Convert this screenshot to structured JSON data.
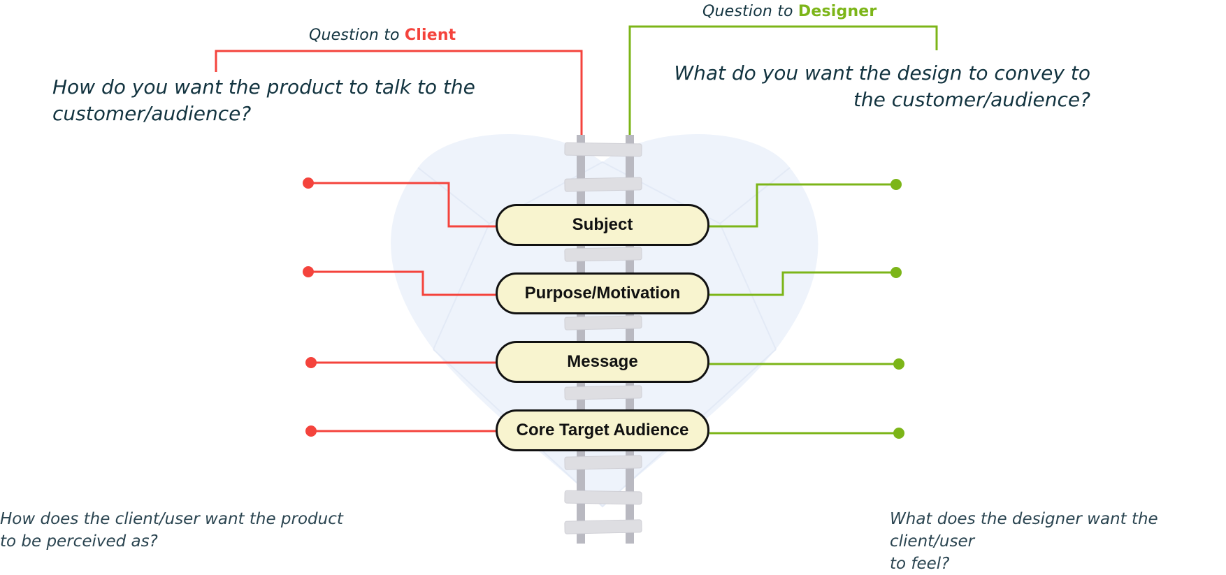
{
  "client_question": {
    "prefix": "Question to ",
    "target": "Client",
    "color": "#f4433c"
  },
  "designer_question": {
    "prefix": "Question to ",
    "target": "Designer",
    "color": "#7cb518"
  },
  "client_headline": {
    "line1": "How do you want the product to talk to the",
    "line2": "customer/audience?"
  },
  "designer_headline": {
    "line1": "What do you want the design to convey to",
    "line2": "the customer/audience?"
  },
  "client_footnote": {
    "line1": "How does the client/user want the product",
    "line2": "to be perceived as?"
  },
  "designer_footnote": {
    "line1": "What does the designer want the client/user",
    "line2": "to feel?"
  },
  "center_items": [
    {
      "label": "Subject"
    },
    {
      "label": "Purpose/Motivation"
    },
    {
      "label": "Message"
    },
    {
      "label": "Core Target Audience"
    }
  ],
  "colors": {
    "heart_fill": "#eef3fb",
    "rail": "#b9b9c1",
    "sleeper": "#dedee2",
    "pill_fill": "#f8f4cf",
    "text_dark": "#12333f"
  }
}
